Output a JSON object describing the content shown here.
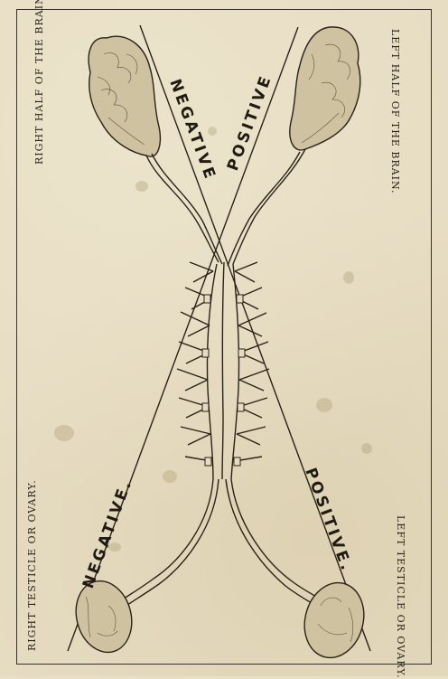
{
  "labels": {
    "right_brain": "RIGHT HALF OF THE BRAIN.",
    "left_brain": "LEFT HALF OF THE BRAIN.",
    "right_testicle": "RIGHT TESTICLE OR OVARY.",
    "left_testicle": "LEFT TESTICLE OR OVARY."
  },
  "polarity": {
    "top_left": "NEGATIVE",
    "top_right": "POSITIVE",
    "bottom_left": "NEGATIVE.",
    "bottom_right": "POSITIVE."
  }
}
